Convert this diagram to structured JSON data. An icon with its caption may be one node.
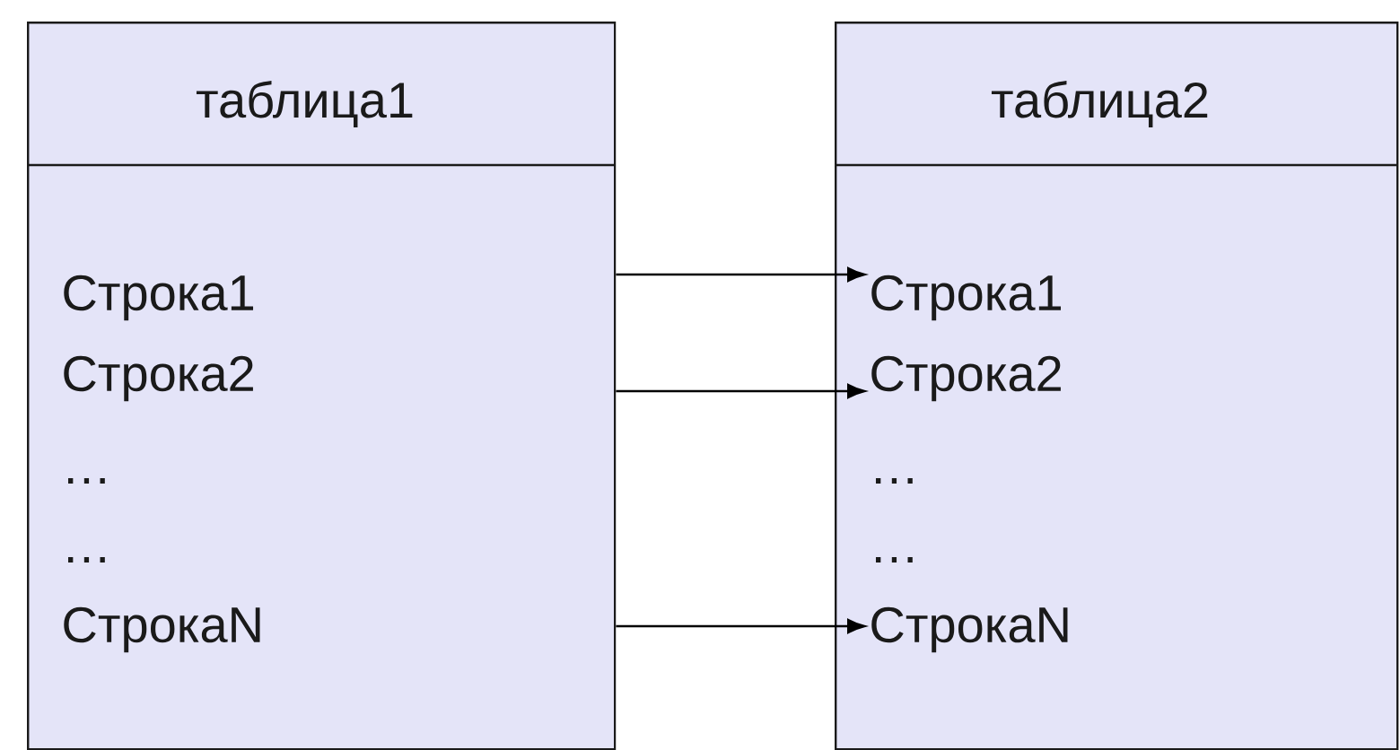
{
  "diagram": {
    "nodes": [
      {
        "text": [
          "таблица1"
        ]
      },
      {
        "text": [
          "Строка1"
        ],
        "in": 0
      },
      {
        "text": [
          "Строка2"
        ],
        "in": 0
      },
      {
        "text": [
          "…"
        ],
        "in": 0
      },
      {
        "text": [
          "…"
        ],
        "in": 0
      },
      {
        "text": [
          "СтрокаN"
        ],
        "in": 0
      },
      {
        "text": [
          "таблица2"
        ]
      },
      {
        "text": [
          "Строка1"
        ],
        "in": 6
      },
      {
        "text": [
          "Строка2"
        ],
        "in": 6
      },
      {
        "text": [
          "…"
        ],
        "in": 6
      },
      {
        "text": [
          "…"
        ],
        "in": 6
      },
      {
        "text": [
          "СтрокаN"
        ],
        "in": 6
      }
    ],
    "edges": [
      {
        "from": 0,
        "to": 7,
        "arrow": "to"
      },
      {
        "from": 0,
        "to": 8,
        "arrow": "to"
      },
      {
        "from": 0,
        "to": 11,
        "arrow": "to"
      }
    ]
  }
}
